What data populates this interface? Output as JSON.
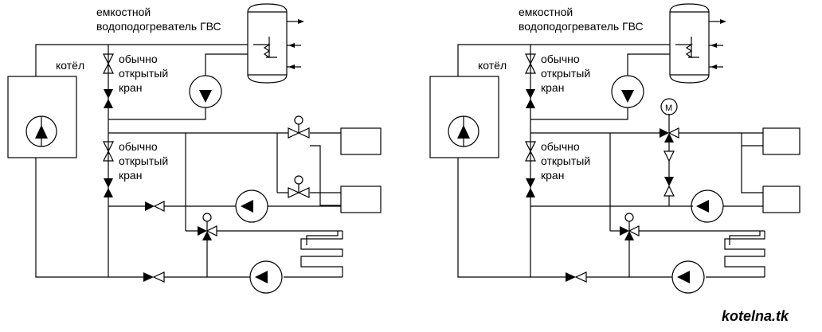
{
  "diagrams": [
    {
      "tank_label_1": "емкостной",
      "tank_label_2": "водоподогреватель ГВС",
      "boiler_label": "котёл",
      "valve_label_top": [
        "обычно",
        "открытый",
        "кран"
      ],
      "valve_label_bottom": [
        "обычно",
        "открытый",
        "кран"
      ]
    },
    {
      "tank_label_1": "емкостной",
      "tank_label_2": "водоподогреватель ГВС",
      "boiler_label": "котёл",
      "valve_label_top": [
        "обычно",
        "открытый",
        "кран"
      ],
      "valve_label_bottom": [
        "обычно",
        "открытый",
        "кран"
      ],
      "motor_label": "M"
    }
  ],
  "watermark": "kotelna.tk"
}
